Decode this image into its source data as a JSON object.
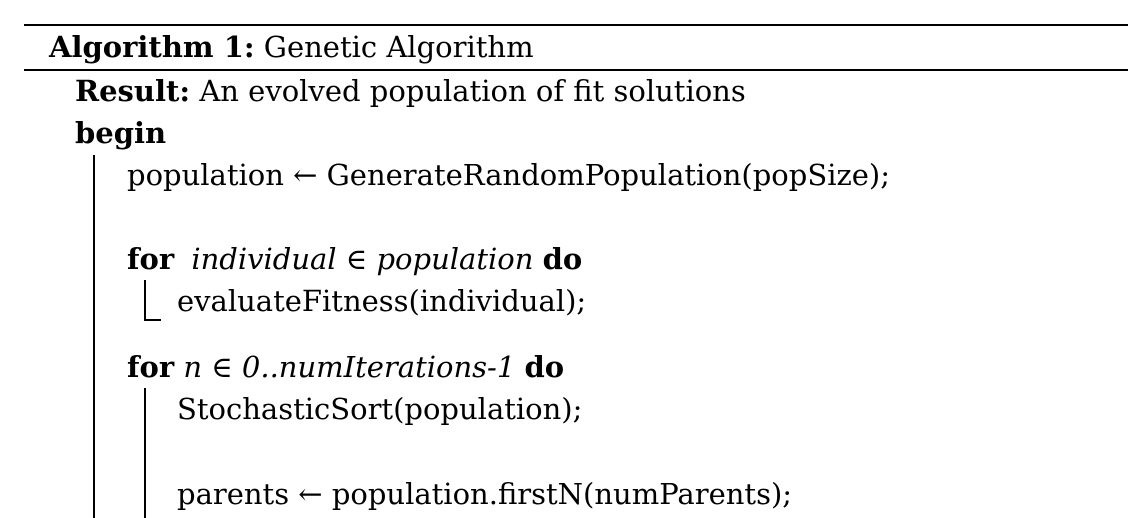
{
  "algorithm": {
    "label": "Algorithm 1:",
    "title": "Genetic Algorithm"
  },
  "result": {
    "label": "Result:",
    "text": "An evolved population of fit solutions"
  },
  "begin_keyword": "begin",
  "lines": {
    "population_assign": "population ← GenerateRandomPopulation(popSize);",
    "for1": {
      "keyword": "for",
      "condition": "individual ∈ population",
      "do": "do"
    },
    "evaluate": "evaluateFitness(individual);",
    "for2": {
      "keyword": "for",
      "var": "n ∈ ",
      "range": "0..numIterations-1",
      "do": "do"
    },
    "sort": "StochasticSort(population);",
    "parents": "parents ← population.firstN(numParents);"
  }
}
